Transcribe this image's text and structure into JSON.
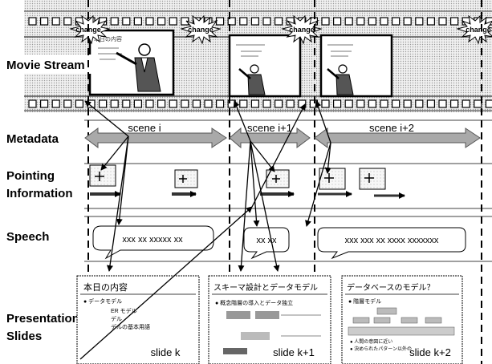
{
  "figure": {
    "row_labels": {
      "movie_stream": "Movie Stream",
      "metadata": "Metadata",
      "pointing_line1": "Pointing",
      "pointing_line2": "Information",
      "speech": "Speech",
      "slides_line1": "Presentation",
      "slides_line2": "Slides"
    },
    "change_label": "change",
    "scenes": [
      "scene  i",
      "scene i+1",
      "scene i+2"
    ],
    "speech_bubbles": [
      "xxx xx xxxxx xx",
      "xx xx",
      "xxx xxx xx xxxx xxxxxxx"
    ],
    "slide_labels": [
      "slide k",
      "slide k+1",
      "slide k+2"
    ],
    "slide_titles": [
      "本日の内容",
      "スキーマ設計とデータモデル",
      "データベースのモデル？"
    ],
    "slide_bullets": [
      [
        "● データモデル",
        "ER モデル",
        "デル",
        "デルの基本用語"
      ],
      [
        "● 概念階層の導入とデータ独立"
      ],
      [
        "● 階層モデル",
        "● 人間の意図に近い",
        "● 決められたパターン以外の"
      ]
    ],
    "colors": {
      "film_frame": "#111111",
      "film_strip": "#dcdcdc",
      "arrow_gray": "#a9a9a9",
      "pointing_arrow": "#333333"
    }
  }
}
